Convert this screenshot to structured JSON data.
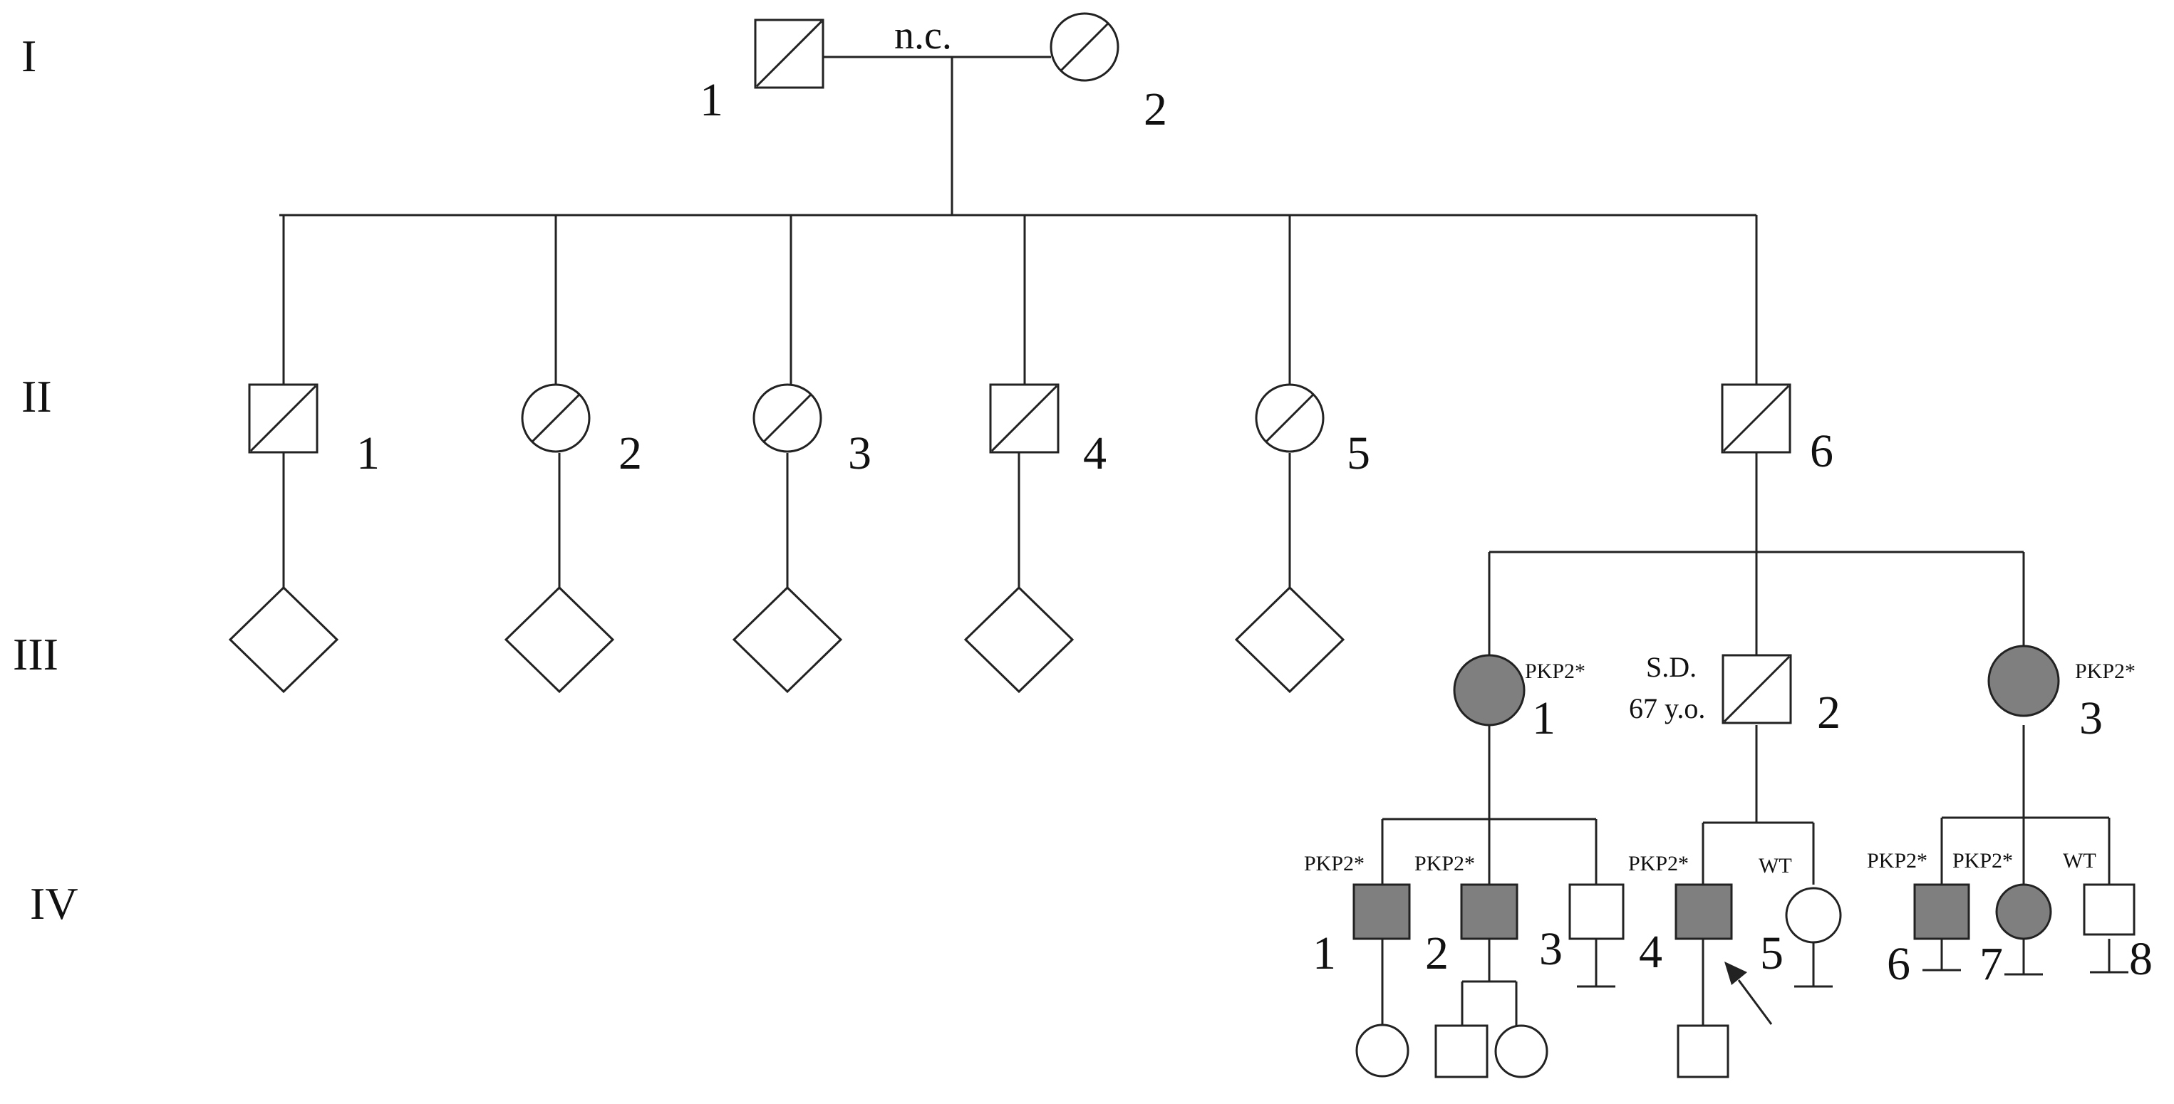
{
  "generations": [
    "I",
    "II",
    "III",
    "IV"
  ],
  "consanguinity_note": "n.c.",
  "individuals": {
    "I1": {
      "number": "1",
      "sex": "male",
      "deceased": true
    },
    "I2": {
      "number": "2",
      "sex": "female",
      "deceased": true
    },
    "II1": {
      "number": "1",
      "sex": "male",
      "deceased": true
    },
    "II2": {
      "number": "2",
      "sex": "female",
      "deceased": true
    },
    "II3": {
      "number": "3",
      "sex": "female",
      "deceased": true
    },
    "II4": {
      "number": "4",
      "sex": "male",
      "deceased": true
    },
    "II5": {
      "number": "5",
      "sex": "female",
      "deceased": true
    },
    "II6": {
      "number": "6",
      "sex": "male",
      "deceased": true
    },
    "III1": {
      "number": "1",
      "sex": "female",
      "affected": true,
      "genotype": "PKP2*"
    },
    "III2": {
      "number": "2",
      "sex": "male",
      "deceased": true,
      "note_line1": "S.D.",
      "note_line2": "67 y.o."
    },
    "III3": {
      "number": "3",
      "sex": "female",
      "affected": true,
      "genotype": "PKP2*"
    },
    "IV1": {
      "number": "1",
      "sex": "male",
      "affected": true,
      "genotype": "PKP2*"
    },
    "IV2": {
      "number": "2",
      "sex": "male",
      "affected": true,
      "genotype": "PKP2*"
    },
    "IV3": {
      "number": "3",
      "sex": "male",
      "no_offspring": true
    },
    "IV4": {
      "number": "4",
      "sex": "male",
      "affected": true,
      "genotype": "PKP2*",
      "proband": true
    },
    "IV5": {
      "number": "5",
      "sex": "female",
      "genotype": "WT",
      "no_offspring": true
    },
    "IV6": {
      "number": "6",
      "sex": "male",
      "affected": true,
      "genotype": "PKP2*",
      "no_offspring": true
    },
    "IV7": {
      "number": "7",
      "sex": "female",
      "affected": true,
      "genotype": "PKP2*",
      "no_offspring": true
    },
    "IV8": {
      "number": "8",
      "sex": "male",
      "genotype": "WT",
      "no_offspring": true
    }
  },
  "unspecified_offspring_generation_III": 5,
  "colors": {
    "affected_fill": "#7f7f7f",
    "line": "#222222",
    "unaffected_fill": "#ffffff"
  }
}
